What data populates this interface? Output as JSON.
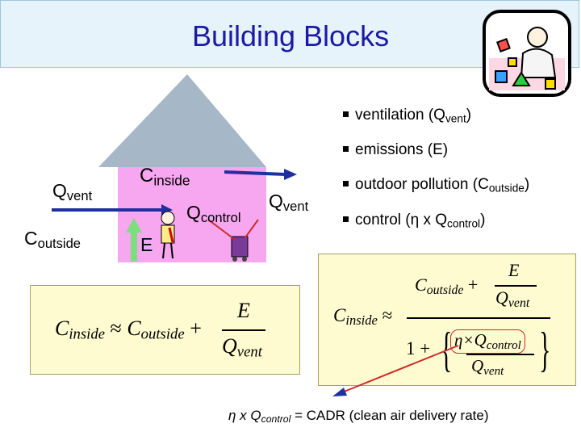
{
  "title": "Building Blocks",
  "bullets": [
    {
      "pre": "ventilation (Q",
      "sub": "vent",
      "post": ")"
    },
    {
      "pre": "emissions (E)",
      "sub": "",
      "post": ""
    },
    {
      "pre": "outdoor pollution (C",
      "sub": "outside",
      "post": ")"
    },
    {
      "pre": "control (η x Q",
      "sub": "control",
      "post": ")"
    }
  ],
  "diagram": {
    "q_vent_left": {
      "main": "Q",
      "sub": "vent"
    },
    "c_outside": {
      "main": "C",
      "sub": "outside"
    },
    "c_inside": {
      "main": "C",
      "sub": "inside"
    },
    "q_control": {
      "main": "Q",
      "sub": "control"
    },
    "q_vent_right": {
      "main": "Q",
      "sub": "vent"
    },
    "e_label": "E"
  },
  "colors": {
    "roof": "#a6b8c8",
    "walls": "#f7a6f0",
    "arrow_blue": "#1f2fa0",
    "arrow_green": "#7be07b",
    "title": "#1a1aa6",
    "box": "#fffbd0",
    "pointer_red": "#cc2a2a"
  },
  "formula_simple": {
    "lhs_main": "C",
    "lhs_sub": "inside",
    "approx": "≈",
    "rhs_main": "C",
    "rhs_sub": "outside",
    "plus": "+",
    "num": "E",
    "den_main": "Q",
    "den_sub": "vent"
  },
  "formula_full": {
    "lhs_main": "C",
    "lhs_sub": "inside",
    "approx": "≈",
    "n_main": "C",
    "n_sub": "outside",
    "plus": "+",
    "n_num": "E",
    "n_den_main": "Q",
    "n_den_sub": "vent",
    "one_plus": "1 +",
    "eta_times": "η×",
    "q_main": "Q",
    "q_sub": "control",
    "q2_main": "Q",
    "q2_sub": "vent"
  },
  "footnote": {
    "pre": "η x Q",
    "sub": "control",
    "post": " = CADR (clean air delivery rate)"
  },
  "icons": {
    "clipart": "baby-with-blocks-icon",
    "person": "person-icon",
    "purifier": "air-purifier-icon"
  }
}
